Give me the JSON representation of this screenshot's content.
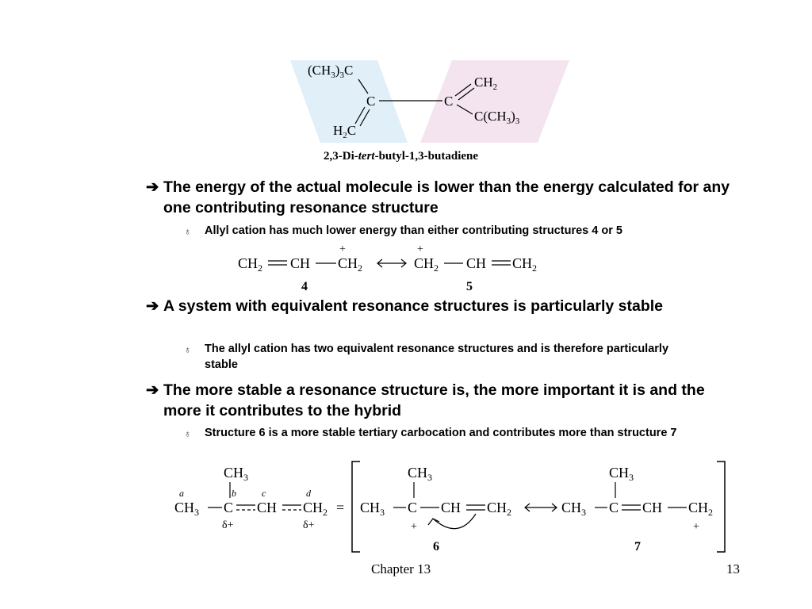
{
  "figure_top": {
    "left_group": "(CH3)3C",
    "center_c1": "C",
    "center_c2": "C",
    "h2c": "H2C",
    "ch2": "CH2",
    "right_group": "C(CH3)3",
    "caption": "2,3-Di-tert-butyl-1,3-butadiene"
  },
  "bullets": [
    {
      "text": "The energy of the actual molecule is lower than the energy calculated for any one contributing resonance structure",
      "sub": "Allyl cation has much lower energy than either contributing structures 4 or 5"
    },
    {
      "text": "A system with equivalent resonance structures is particularly stable",
      "sub": "The allyl cation has two equivalent resonance structures and is therefore particularly stable"
    },
    {
      "text": "The more stable a resonance structure is, the more important it is and the more it contributes to the hybrid",
      "sub": "Structure 6 is a more stable tertiary carbocation and contributes more than structure 7"
    }
  ],
  "allyl_figure": {
    "label_4": "4",
    "label_5": "5"
  },
  "hybrid_figure": {
    "label_6": "6",
    "label_7": "7",
    "atom_labels": [
      "a",
      "b",
      "c",
      "d"
    ],
    "partial_charge": "δ+"
  },
  "footer": {
    "chapter": "Chapter 13",
    "page": "13"
  },
  "colors": {
    "left_parallelogram": "#e1eff9",
    "right_parallelogram": "#f4e4ef"
  }
}
